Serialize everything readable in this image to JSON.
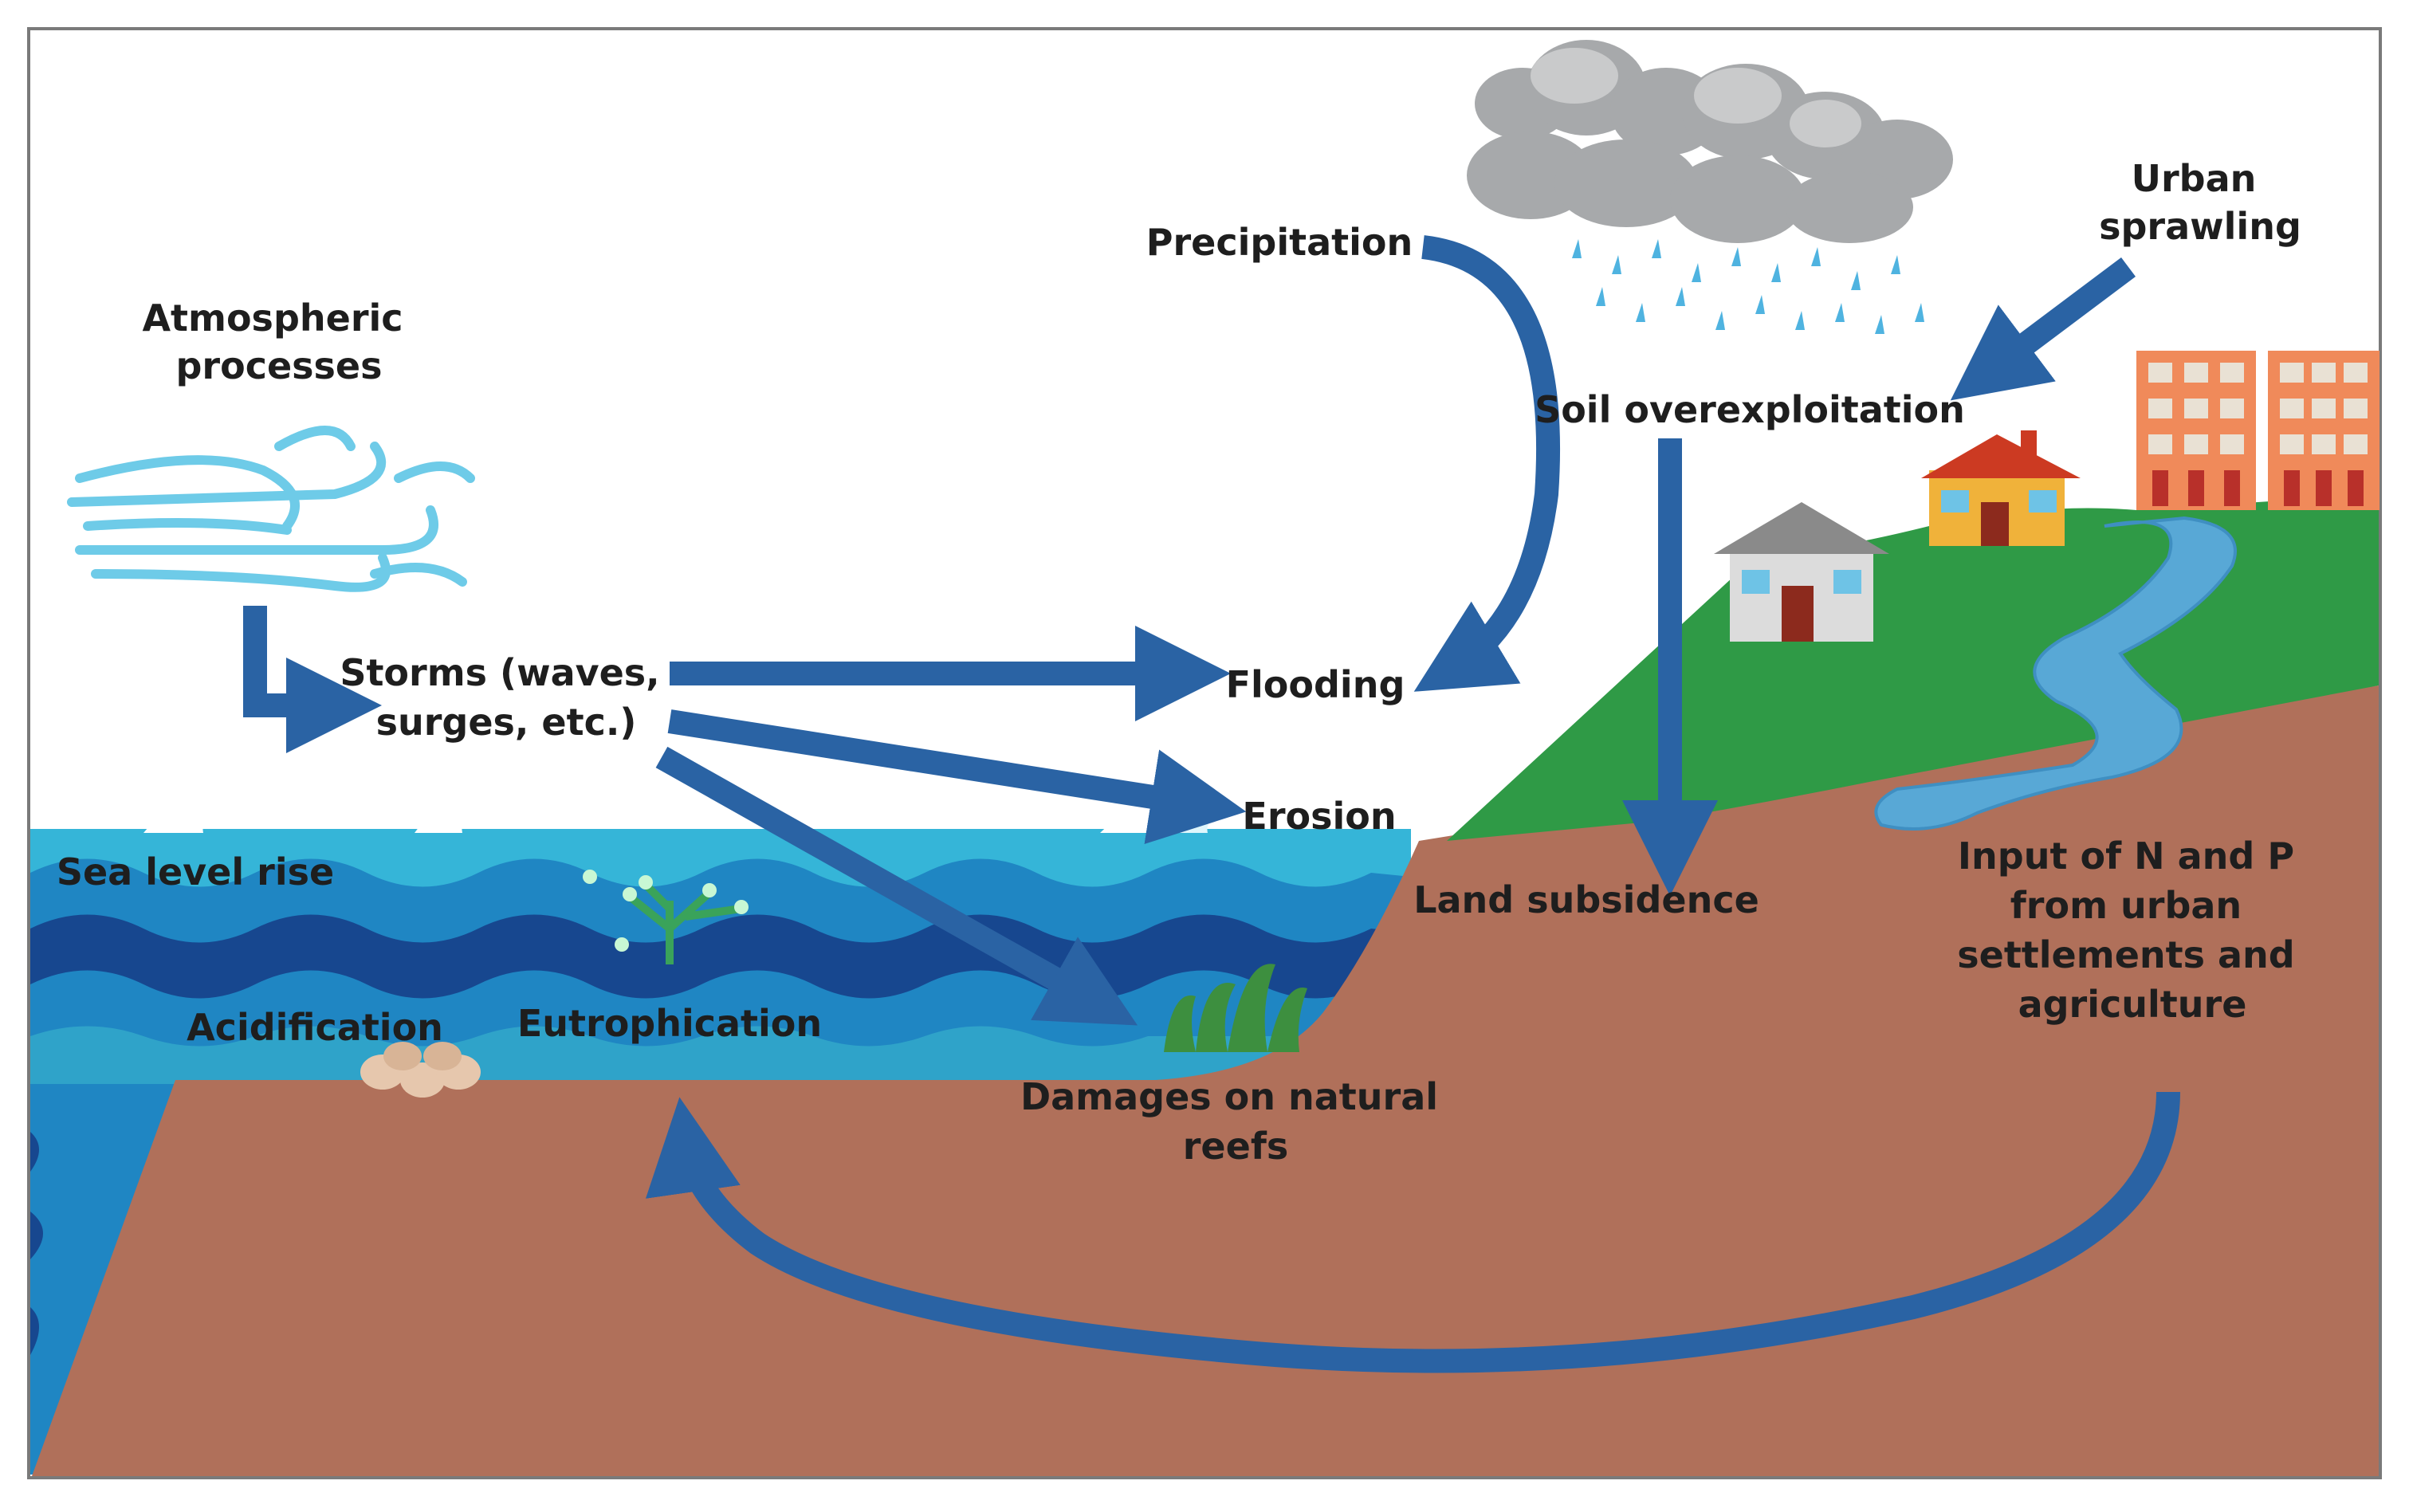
{
  "labels": {
    "atmospheric_1": "Atmospheric",
    "atmospheric_2": "processes",
    "storms_1": "Storms (waves,",
    "storms_2": "surges, etc.)",
    "precipitation": "Precipitation",
    "flooding": "Flooding",
    "erosion": "Erosion",
    "soil_overexploitation": "Soil overexploitation",
    "urban_1": "Urban",
    "urban_2": "sprawling",
    "sea_level_rise": "Sea level rise",
    "acidification": "Acidification",
    "eutrophication": "Eutrophication",
    "land_subsidence": "Land subsidence",
    "damages_1": "Damages on natural",
    "damages_2": "reefs",
    "input_1": "Input of N and P",
    "input_2": "from urban",
    "input_3": "settlements and",
    "input_4": "agriculture"
  },
  "colors": {
    "arrow": "#2a63a4",
    "arrow_stroke": "#1d4f88",
    "soil": "#b0705a",
    "grass": "#2f9a46",
    "sea_light": "#35b5d8",
    "sea_mid": "#1f86c3",
    "sea_dark": "#17478f",
    "river": "#58a8d6",
    "cloud": "#a7a9ab",
    "rain": "#4fb3e0",
    "wind": "#6ecbe8"
  },
  "icons": [
    "wind-icon",
    "rain-cloud-icon",
    "house-icon",
    "apartment-building-icon",
    "river-icon",
    "coral-icon",
    "shell-icon",
    "seaweed-icon"
  ]
}
